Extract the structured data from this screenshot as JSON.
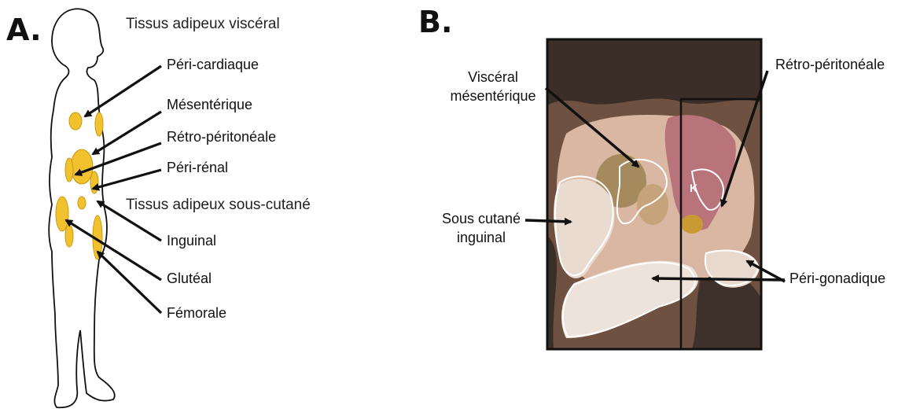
{
  "panel_a": {
    "letter": "A.",
    "heading_visceral": "Tissus adipeux viscéral",
    "heading_subcutaneous": "Tissus adipeux sous-cutané",
    "labels": {
      "pericardiac": "Péri-cardiaque",
      "mesenteric": "Mésentérique",
      "retroperitoneal": "Rétro-péritonéale",
      "perirenal": "Péri-rénal",
      "inguinal": "Inguinal",
      "gluteal": "Glutéal",
      "femoral": "Fémorale"
    }
  },
  "panel_b": {
    "letter": "B.",
    "labels": {
      "visceral_line1": "Viscéral",
      "visceral_line2": "mésentérique",
      "retroperitoneal": "Rétro-péritonéale",
      "subcutaneous_line1": "Sous cutané",
      "subcutaneous_line2": "inguinal",
      "perigonadal": "Péri-gonadique",
      "kidney_marker": "K"
    }
  },
  "colors": {
    "fat_deposit": "#f2c12e",
    "fat_stroke": "#c99a12",
    "outline": "#111111",
    "photo_bg": "#7a5a48"
  }
}
